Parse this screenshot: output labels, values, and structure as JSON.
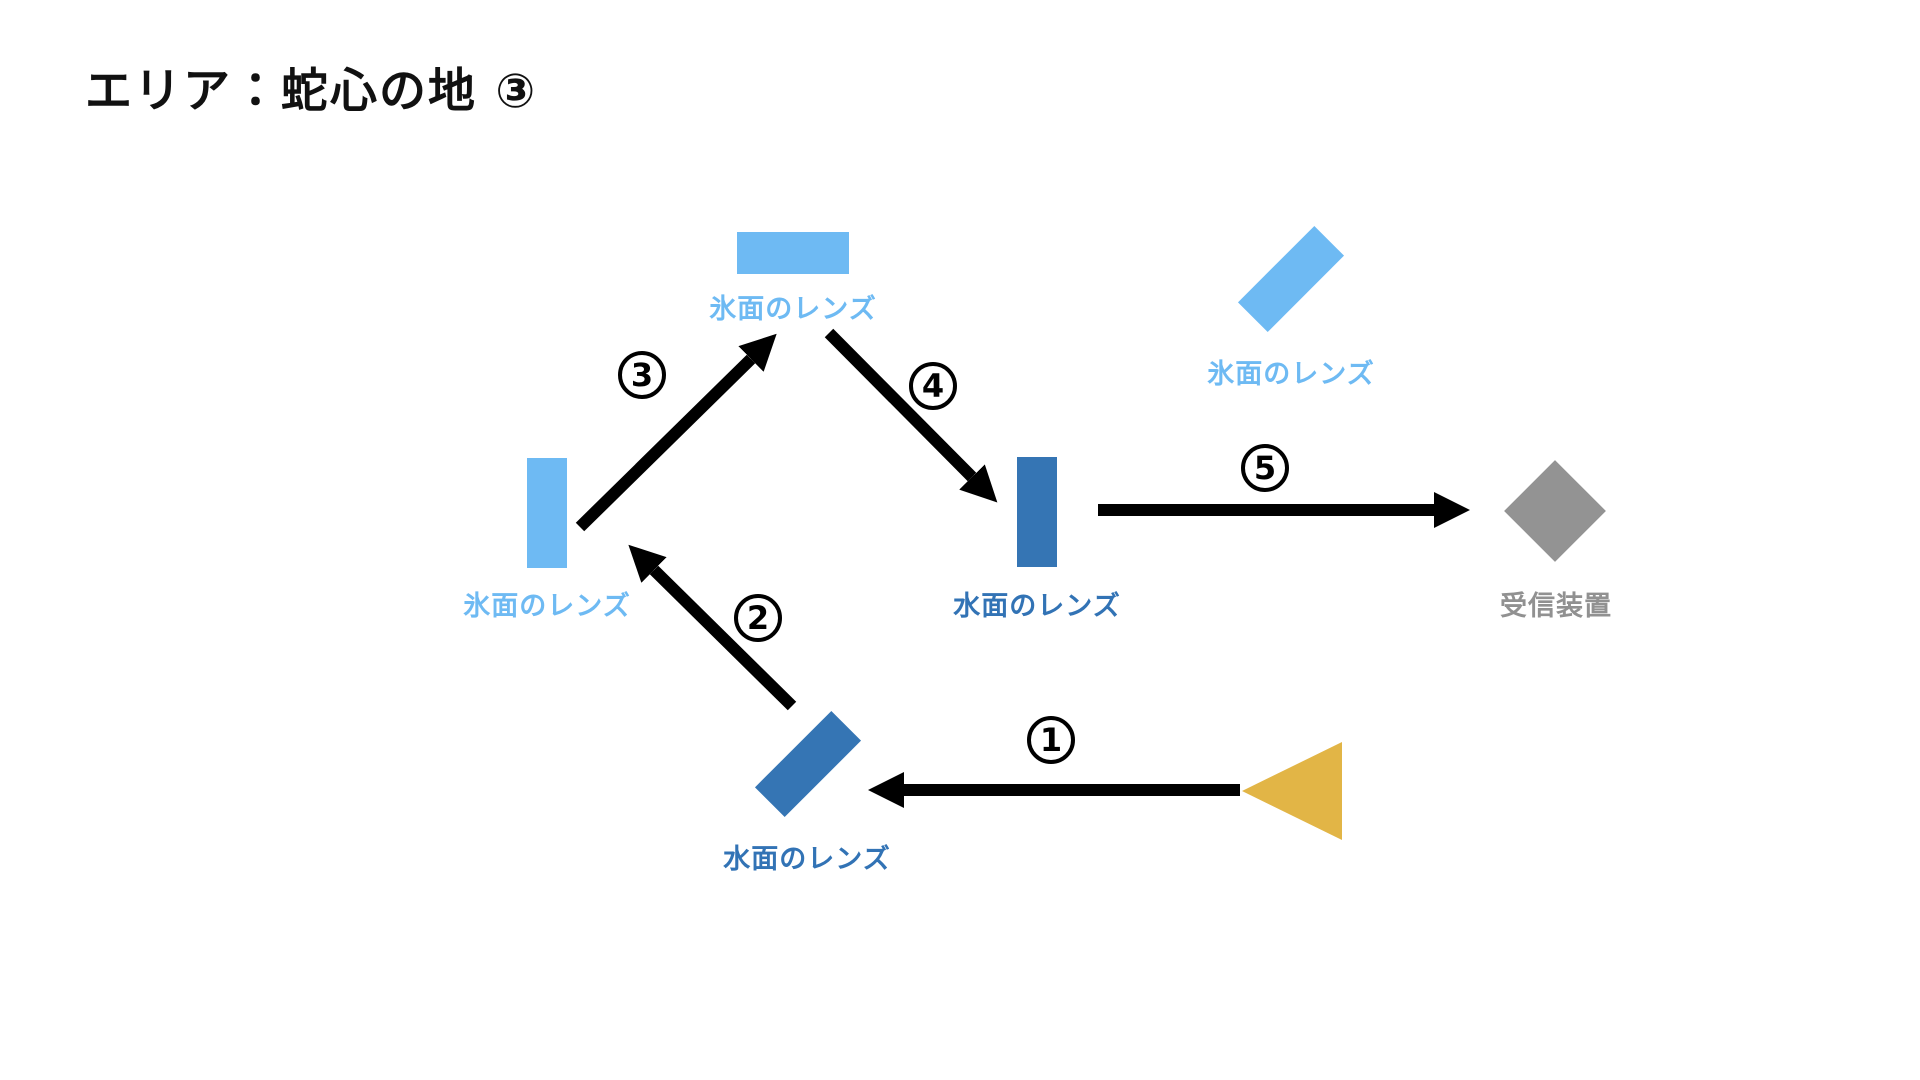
{
  "title": "エリア：蛇心の地 ③",
  "colors": {
    "ice_lens": "#6EBAF3",
    "water_lens": "#3575B4",
    "receiver": "#939393",
    "emitter": "#E2B546",
    "arrow": "#000000",
    "title_text": "#111111"
  },
  "nodes": [
    {
      "id": "ice-lens-top",
      "type": "ice-lens",
      "label": "氷面のレンズ"
    },
    {
      "id": "ice-lens-topright",
      "type": "ice-lens",
      "label": "氷面のレンズ"
    },
    {
      "id": "ice-lens-left",
      "type": "ice-lens",
      "label": "氷面のレンズ"
    },
    {
      "id": "water-lens-center",
      "type": "water-lens",
      "label": "水面のレンズ"
    },
    {
      "id": "water-lens-bottom",
      "type": "water-lens",
      "label": "水面のレンズ"
    },
    {
      "id": "receiver",
      "type": "receiver",
      "label": "受信装置"
    },
    {
      "id": "emitter",
      "type": "emitter",
      "label": ""
    }
  ],
  "steps": [
    {
      "glyph": "①",
      "digit": "1",
      "from": "emitter",
      "to": "water-lens-bottom"
    },
    {
      "glyph": "②",
      "digit": "2",
      "from": "water-lens-bottom",
      "to": "ice-lens-left"
    },
    {
      "glyph": "③",
      "digit": "3",
      "from": "ice-lens-left",
      "to": "ice-lens-top"
    },
    {
      "glyph": "④",
      "digit": "4",
      "from": "ice-lens-top",
      "to": "water-lens-center"
    },
    {
      "glyph": "⑤",
      "digit": "5",
      "from": "water-lens-center",
      "to": "receiver"
    }
  ]
}
